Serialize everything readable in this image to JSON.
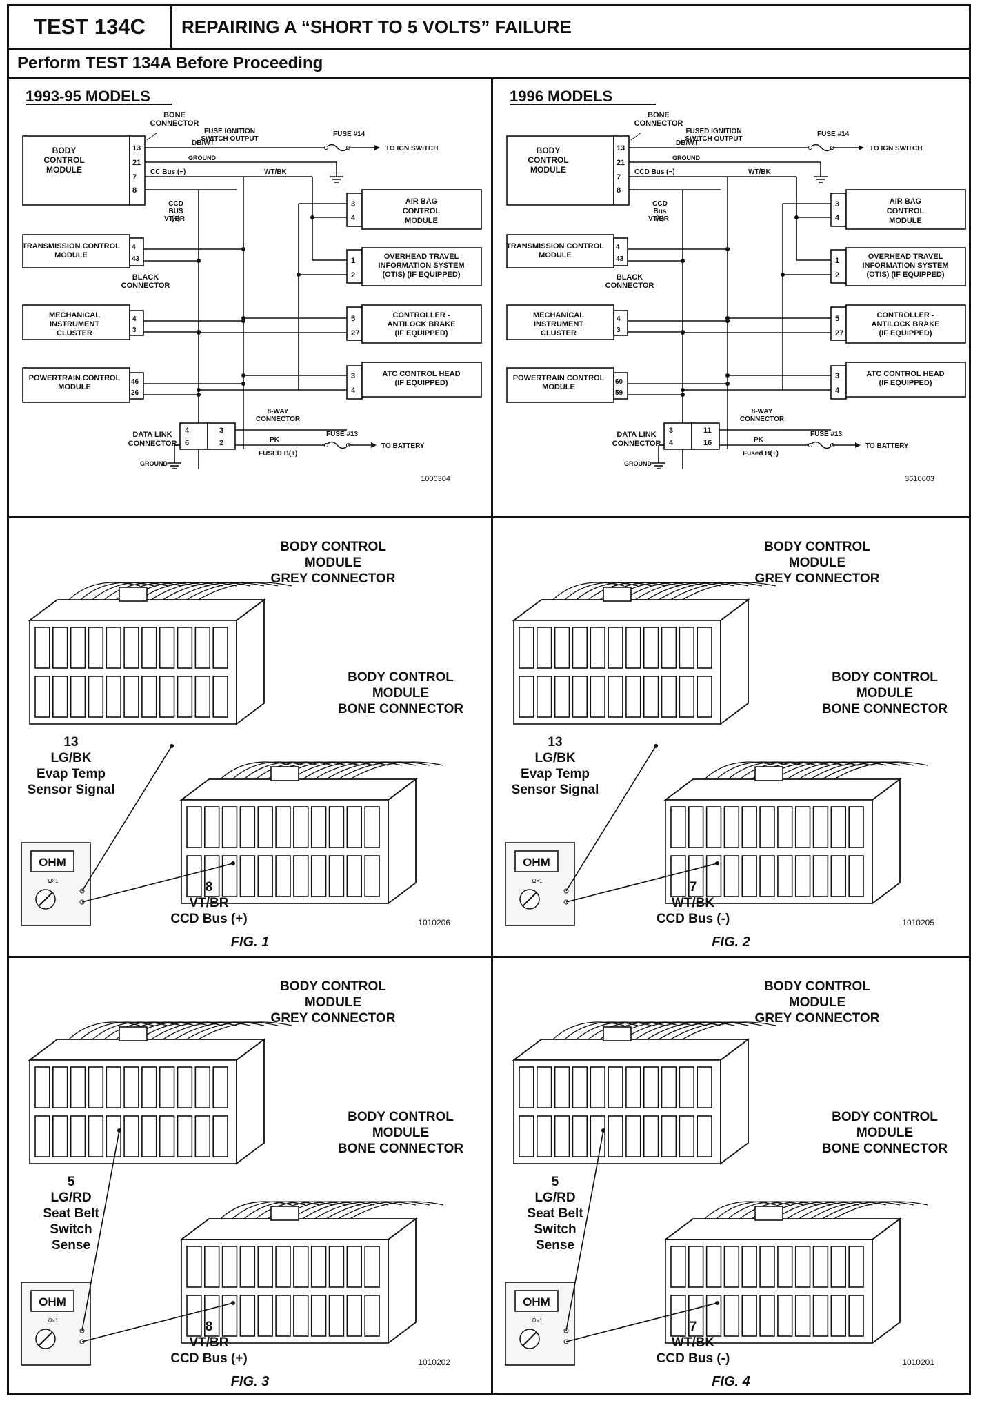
{
  "header": {
    "test_id": "TEST 134C",
    "title": "REPAIRING A “SHORT TO 5 VOLTS” FAILURE",
    "prerequisite": "Perform TEST 134A Before Proceeding"
  },
  "schematics": [
    {
      "title": "1993-95 MODELS",
      "bone_connector": "BONE CONNECTOR",
      "modules": {
        "bcm": "BODY CONTROL MODULE",
        "tcm": "TRANSMISSION CONTROL MODULE",
        "mic": "MECHANICAL INSTRUMENT CLUSTER",
        "pcm": "POWERTRAIN CONTROL MODULE",
        "airbag": "AIR BAG CONTROL MODULE",
        "otis": "OVERHEAD TRAVEL INFORMATION SYSTEM (OTIS) (IF EQUIPPED)",
        "abs": "CONTROLLER - ANTILOCK BRAKE (IF EQUIPPED)",
        "atc": "ATC CONTROL HEAD (IF EQUIPPED)"
      },
      "pins": {
        "bcm": [
          "13",
          "21",
          "7",
          "8"
        ],
        "tcm": [
          "4",
          "43"
        ],
        "mic": [
          "4",
          "3"
        ],
        "pcm": [
          "46",
          "26"
        ],
        "airbag": [
          "3",
          "4"
        ],
        "otis": [
          "1",
          "2"
        ],
        "abs": [
          "5",
          "27"
        ],
        "atc": [
          "3",
          "4"
        ],
        "dlc_left": [
          "4",
          "6"
        ],
        "dlc_right": [
          "3",
          "2"
        ]
      },
      "wires": {
        "dbwt": "DB/WT",
        "fuse_ign": "FUSE IGNITION SWITCH OUTPUT",
        "fuse14": "FUSE #14",
        "to_ign": "TO IGN SWITCH",
        "ground": "GROUND",
        "ccd_minus": "CC Bus (−)",
        "wtbk": "WT/BK",
        "ccd_plus": "CCD BUS (+)",
        "vtbr": "VT/BR",
        "black_conn": "BLACK CONNECTOR",
        "eight_way": "8-WAY CONNECTOR",
        "dlc": "DATA LINK CONNECTOR",
        "fuse13": "FUSE #13",
        "pk": "PK",
        "fused_b": "FUSED B(+)",
        "to_batt": "TO BATTERY",
        "ground_bottom": "GROUND"
      },
      "code": "1000304"
    },
    {
      "title": "1996 MODELS",
      "bone_connector": "BONE CONNECTOR",
      "modules": {
        "bcm": "BODY CONTROL MODULE",
        "tcm": "TRANSMISSION CONTROL MODULE",
        "mic": "MECHANICAL INSTRUMENT CLUSTER",
        "pcm": "POWERTRAIN CONTROL MODULE",
        "airbag": "AIR BAG CONTROL MODULE",
        "otis": "OVERHEAD TRAVEL INFORMATION SYSTEM (OTIS) (IF EQUIPPED)",
        "abs": "CONTROLLER - ANTILOCK BRAKE (IF EQUIPPED)",
        "atc": "ATC CONTROL HEAD (IF EQUIPPED)"
      },
      "pins": {
        "bcm": [
          "13",
          "21",
          "7",
          "8"
        ],
        "tcm": [
          "4",
          "43"
        ],
        "mic": [
          "4",
          "3"
        ],
        "pcm": [
          "60",
          "59"
        ],
        "airbag": [
          "3",
          "4"
        ],
        "otis": [
          "1",
          "2"
        ],
        "abs": [
          "5",
          "27"
        ],
        "atc": [
          "3",
          "4"
        ],
        "dlc_left": [
          "3",
          "4"
        ],
        "dlc_right": [
          "11",
          "16"
        ]
      },
      "wires": {
        "dbwt": "DB/WT",
        "fuse_ign": "FUSED IGNITION SWITCH OUTPUT",
        "fuse14": "FUSE #14",
        "to_ign": "TO IGN SWITCH",
        "ground": "GROUND",
        "ccd_minus": "CCD Bus (−)",
        "wtbk": "WT/BK",
        "ccd_plus": "CCD Bus (+)",
        "vtbr": "VT/BR",
        "black_conn": "BLACK CONNECTOR",
        "eight_way": "8-WAY CONNECTOR",
        "dlc": "DATA LINK CONNECTOR",
        "fuse13": "FUSE #13",
        "pk": "PK",
        "fused_b": "Fused B(+)",
        "to_batt": "TO BATTERY",
        "ground_bottom": "GROUND"
      },
      "code": "3610603"
    }
  ],
  "figures": [
    {
      "caption": "FIG. 1",
      "grey_label": [
        "BODY CONTROL",
        "MODULE",
        "GREY CONNECTOR"
      ],
      "bone_label": [
        "BODY CONTROL",
        "MODULE",
        "BONE CONNECTOR"
      ],
      "probe1": [
        "13",
        "LG/BK",
        "Evap Temp",
        "Sensor Signal"
      ],
      "probe2": [
        "8",
        "VT/BR",
        "CCD Bus (+)"
      ],
      "meter": "OHM",
      "range": "Ω×1",
      "code": "1010206"
    },
    {
      "caption": "FIG. 2",
      "grey_label": [
        "BODY CONTROL",
        "MODULE",
        "GREY CONNECTOR"
      ],
      "bone_label": [
        "BODY CONTROL",
        "MODULE",
        "BONE CONNECTOR"
      ],
      "probe1": [
        "13",
        "LG/BK",
        "Evap Temp",
        "Sensor Signal"
      ],
      "probe2": [
        "7",
        "WT/BK",
        "CCD Bus (-)"
      ],
      "meter": "OHM",
      "range": "Ω×1",
      "code": "1010205"
    },
    {
      "caption": "FIG. 3",
      "grey_label": [
        "BODY CONTROL",
        "MODULE",
        "GREY CONNECTOR"
      ],
      "bone_label": [
        "BODY CONTROL",
        "MODULE",
        "BONE CONNECTOR"
      ],
      "probe1": [
        "5",
        "LG/RD",
        "Seat Belt",
        "Switch",
        "Sense"
      ],
      "probe2": [
        "8",
        "VT/BR",
        "CCD Bus (+)"
      ],
      "meter": "OHM",
      "range": "Ω×1",
      "code": "1010202"
    },
    {
      "caption": "FIG. 4",
      "grey_label": [
        "BODY CONTROL",
        "MODULE",
        "GREY CONNECTOR"
      ],
      "bone_label": [
        "BODY CONTROL",
        "MODULE",
        "BONE CONNECTOR"
      ],
      "probe1": [
        "5",
        "LG/RD",
        "Seat Belt",
        "Switch",
        "Sense"
      ],
      "probe2": [
        "7",
        "WT/BK",
        "CCD Bus (-)"
      ],
      "meter": "OHM",
      "range": "Ω×1",
      "code": "1010201"
    }
  ]
}
